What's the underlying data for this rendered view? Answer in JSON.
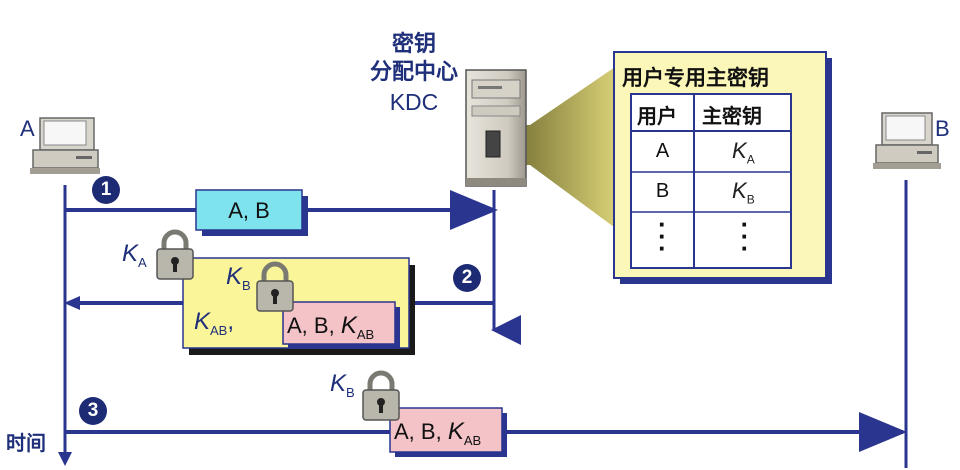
{
  "kdc": {
    "title_line1": "密钥",
    "title_line2": "分配中心",
    "title_line3": "KDC"
  },
  "hosts": {
    "a": "A",
    "b": "B"
  },
  "time_label": "时间",
  "steps": {
    "s1": "1",
    "s2": "2",
    "s3": "3"
  },
  "messages": {
    "request": "A, B",
    "ticket": "A, B,",
    "ticket2": "A, B,"
  },
  "keys": {
    "k": "K",
    "sub_a": "A",
    "sub_b": "B",
    "sub_ab": "AB",
    "comma": ","
  },
  "table": {
    "title": "用户专用主密钥",
    "col_user": "用户",
    "col_key": "主密钥",
    "rows": [
      {
        "user": "A",
        "key": "K",
        "key_sub": "A"
      },
      {
        "user": "B",
        "key": "K",
        "key_sub": "B"
      }
    ]
  },
  "colors": {
    "line": "#2a3590",
    "request_box": "#7fe3ee",
    "yellow_box": "#fbf59a",
    "pink_box": "#f4c3c7",
    "table_bg": "#fbf7b9",
    "beam": "#d8cf70"
  }
}
